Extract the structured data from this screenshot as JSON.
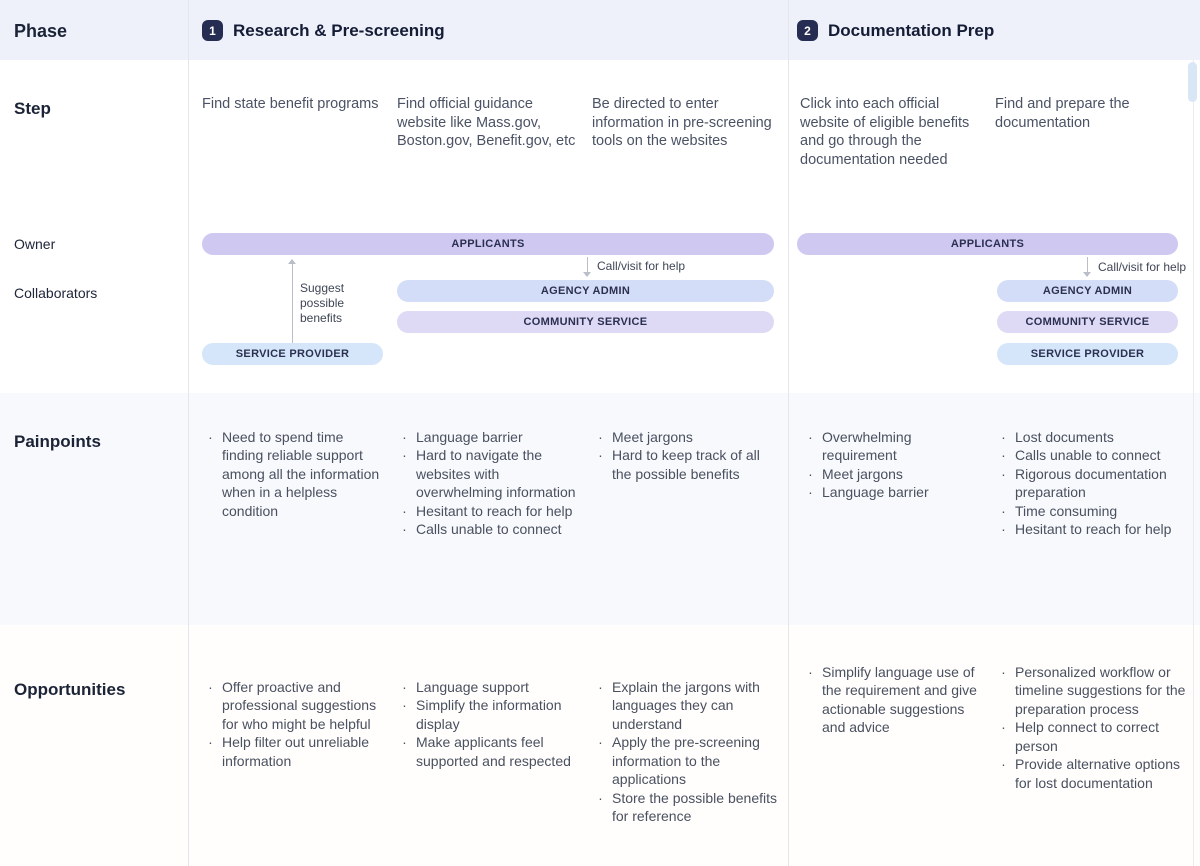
{
  "row_labels": {
    "phase": "Phase",
    "step": "Step",
    "owner": "Owner",
    "collaborators": "Collaborators",
    "painpoints": "Painpoints",
    "opportunities": "Opportunities"
  },
  "phase1": {
    "badge": "1",
    "title": "Research & Pre-screening",
    "step1": "Find state benefit programs",
    "step2": "Find official guidance website like Mass.gov, Boston.gov, Benefit.gov, etc",
    "step3": "Be directed to enter information in pre-screening tools on the websites",
    "owner": "APPLICANTS",
    "collab1": "AGENCY ADMIN",
    "collab2": "COMMUNITY SERVICE",
    "provider": "SERVICE PROVIDER",
    "note_suggest": "Suggest possible benefits",
    "note_call": "Call/visit for help",
    "pain1": [
      "Need to spend time finding reliable support among all the information when in a helpless condition"
    ],
    "pain2": [
      "Language barrier",
      "Hard to navigate the websites with overwhelming information",
      "Hesitant to reach for help",
      "Calls unable to connect"
    ],
    "pain3": [
      "Meet jargons",
      "Hard to keep track of all the possible benefits"
    ],
    "opp1": [
      "Offer proactive and professional suggestions for who might be helpful",
      "Help filter out unreliable information"
    ],
    "opp2": [
      "Language support",
      "Simplify the information display",
      "Make applicants feel supported and respected"
    ],
    "opp3": [
      "Explain the jargons with languages they can understand",
      "Apply the pre-screening information to the applications",
      "Store the possible benefits for reference"
    ]
  },
  "phase2": {
    "badge": "2",
    "title": "Documentation Prep",
    "step1": "Click into each official website of eligible benefits and go through the documentation needed",
    "step2": "Find and prepare the documentation",
    "owner": "APPLICANTS",
    "collab1": "AGENCY ADMIN",
    "collab2": "COMMUNITY SERVICE",
    "collab3": "SERVICE PROVIDER",
    "note_call": "Call/visit for help",
    "pain1": [
      "Overwhelming requirement",
      "Meet jargons",
      "Language barrier"
    ],
    "pain2": [
      "Lost documents",
      "Calls unable to connect",
      "Rigorous documentation preparation",
      "Time consuming",
      "Hesitant to reach for help"
    ],
    "opp1": [
      "Simplify language use of the requirement and give actionable suggestions and advice"
    ],
    "opp2": [
      "Personalized workflow or timeline suggestions for the preparation process",
      "Help connect to correct person",
      "Provide alternative options for lost documentation"
    ]
  },
  "colors": {
    "phase_band_bg": "#eef1f9",
    "painpoints_band_bg": "#f8f9fc",
    "applicants_pill": "#cfc9f1",
    "agency_pill": "#d4ddf8",
    "community_pill": "#ded9f5",
    "provider_pill": "#d5e6fb",
    "badge_bg": "#252e52",
    "arrow": "#b9bec9"
  }
}
